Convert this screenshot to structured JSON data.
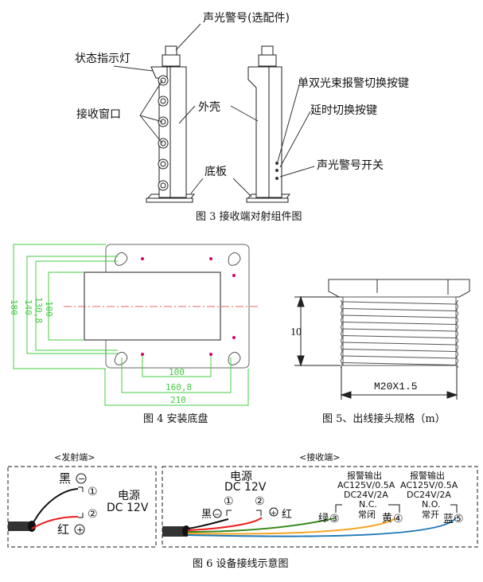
{
  "fig3": {
    "caption": "图 3 接收端对射组件图",
    "labels": {
      "alarm_light_optional": "声光警号(选配件)",
      "status_indicator": "状态指示灯",
      "receive_window": "接收窗口",
      "shell": "外壳",
      "base_plate": "底板",
      "beam_switch_key": "单双光束报警切换按键",
      "delay_switch_key": "延时切换按键",
      "alarm_switch": "声光警号开关"
    }
  },
  "fig4": {
    "caption": "图 4 安装底盘",
    "dims": {
      "h180": "180",
      "h140": "140",
      "h130_8": "130,8",
      "h100": "100",
      "w100": "100",
      "w160_8": "160,8",
      "w210": "210"
    },
    "colors": {
      "dim_line": "#44cc44",
      "hole": "#d6006a",
      "center_line": "#e03030"
    }
  },
  "fig5": {
    "caption": "图 5、出线接头规格（m）",
    "height_label": "10",
    "thread_label": "M20X1.5"
  },
  "fig6": {
    "caption": "图 6 设备接线示意图",
    "transmitter": {
      "title": "<发射端>",
      "black": "黑",
      "red": "红",
      "minus": "−",
      "plus": "+",
      "pin1": "①",
      "pin2": "②",
      "power_title": "电源",
      "power_value": "DC 12V"
    },
    "receiver": {
      "title": "<接收端>",
      "power_title": "电源",
      "power_value": "DC 12V",
      "pin1": "①",
      "pin2": "②",
      "black": "黑",
      "red": "红",
      "minus": "−",
      "plus": "+",
      "green": "绿",
      "pin3": "③",
      "yellow": "黄",
      "pin4": "④",
      "blue": "蓝",
      "pin5": "⑤",
      "nc_output": {
        "title": "报警输出",
        "ac": "AC125V/0.5A",
        "dc": "DC24V/2A",
        "mode": "N.C.",
        "mode_cn": "常闭"
      },
      "no_output": {
        "title": "报警输出",
        "ac": "AC125V/0.5A",
        "dc": "DC24V/2A",
        "mode": "N.O.",
        "mode_cn": "常开"
      }
    },
    "wire_colors": {
      "black": "#111111",
      "red": "#ee1c1c",
      "green": "#3a8a1e",
      "yellow": "#f5a623",
      "blue": "#1f78b4"
    }
  }
}
